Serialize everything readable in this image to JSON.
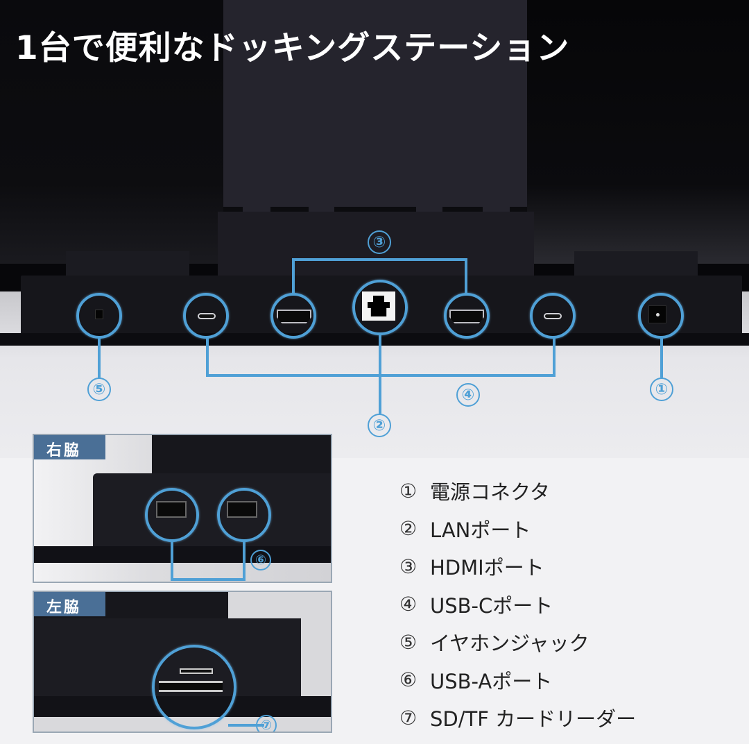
{
  "title": "1台で便利なドッキングステーション",
  "colors": {
    "accent_blue": "#4fa0d6",
    "label_bg": "#4a6f96",
    "dark_bg": "#07070a",
    "floor": "#ececef"
  },
  "rear_callouts": [
    {
      "num": "①",
      "port": "dc-power"
    },
    {
      "num": "②",
      "port": "lan"
    },
    {
      "num": "③",
      "port": "hdmi"
    },
    {
      "num": "④",
      "port": "usb-c"
    },
    {
      "num": "⑤",
      "port": "audio-jack"
    }
  ],
  "insets": {
    "right": {
      "label": "右脇",
      "callout": "⑥"
    },
    "left": {
      "label": "左脇",
      "callout": "⑦"
    }
  },
  "legend": [
    {
      "num": "①",
      "label": "電源コネクタ"
    },
    {
      "num": "②",
      "label": "LANポート"
    },
    {
      "num": "③",
      "label": "HDMIポート"
    },
    {
      "num": "④",
      "label": "USB-Cポート"
    },
    {
      "num": "⑤",
      "label": "イヤホンジャック"
    },
    {
      "num": "⑥",
      "label": "USB-Aポート"
    },
    {
      "num": "⑦",
      "label": "SD/TF カードリーダー"
    }
  ]
}
